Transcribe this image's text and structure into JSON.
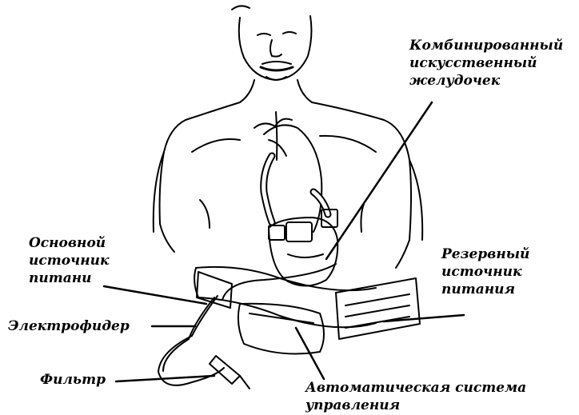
{
  "labels": {
    "ventricle": [
      "Комбинированный",
      "искусственный",
      "желудочек"
    ],
    "main_power": [
      "Основной",
      "источник",
      "питани"
    ],
    "backup_power": [
      "Резервный",
      "источник",
      "питания"
    ],
    "feeder": "Электрофидер",
    "filter": "Фильтр",
    "control": [
      "Автоматическая система",
      "управления"
    ]
  },
  "colors": {
    "ink": "#000000",
    "paper": "#ffffff"
  }
}
